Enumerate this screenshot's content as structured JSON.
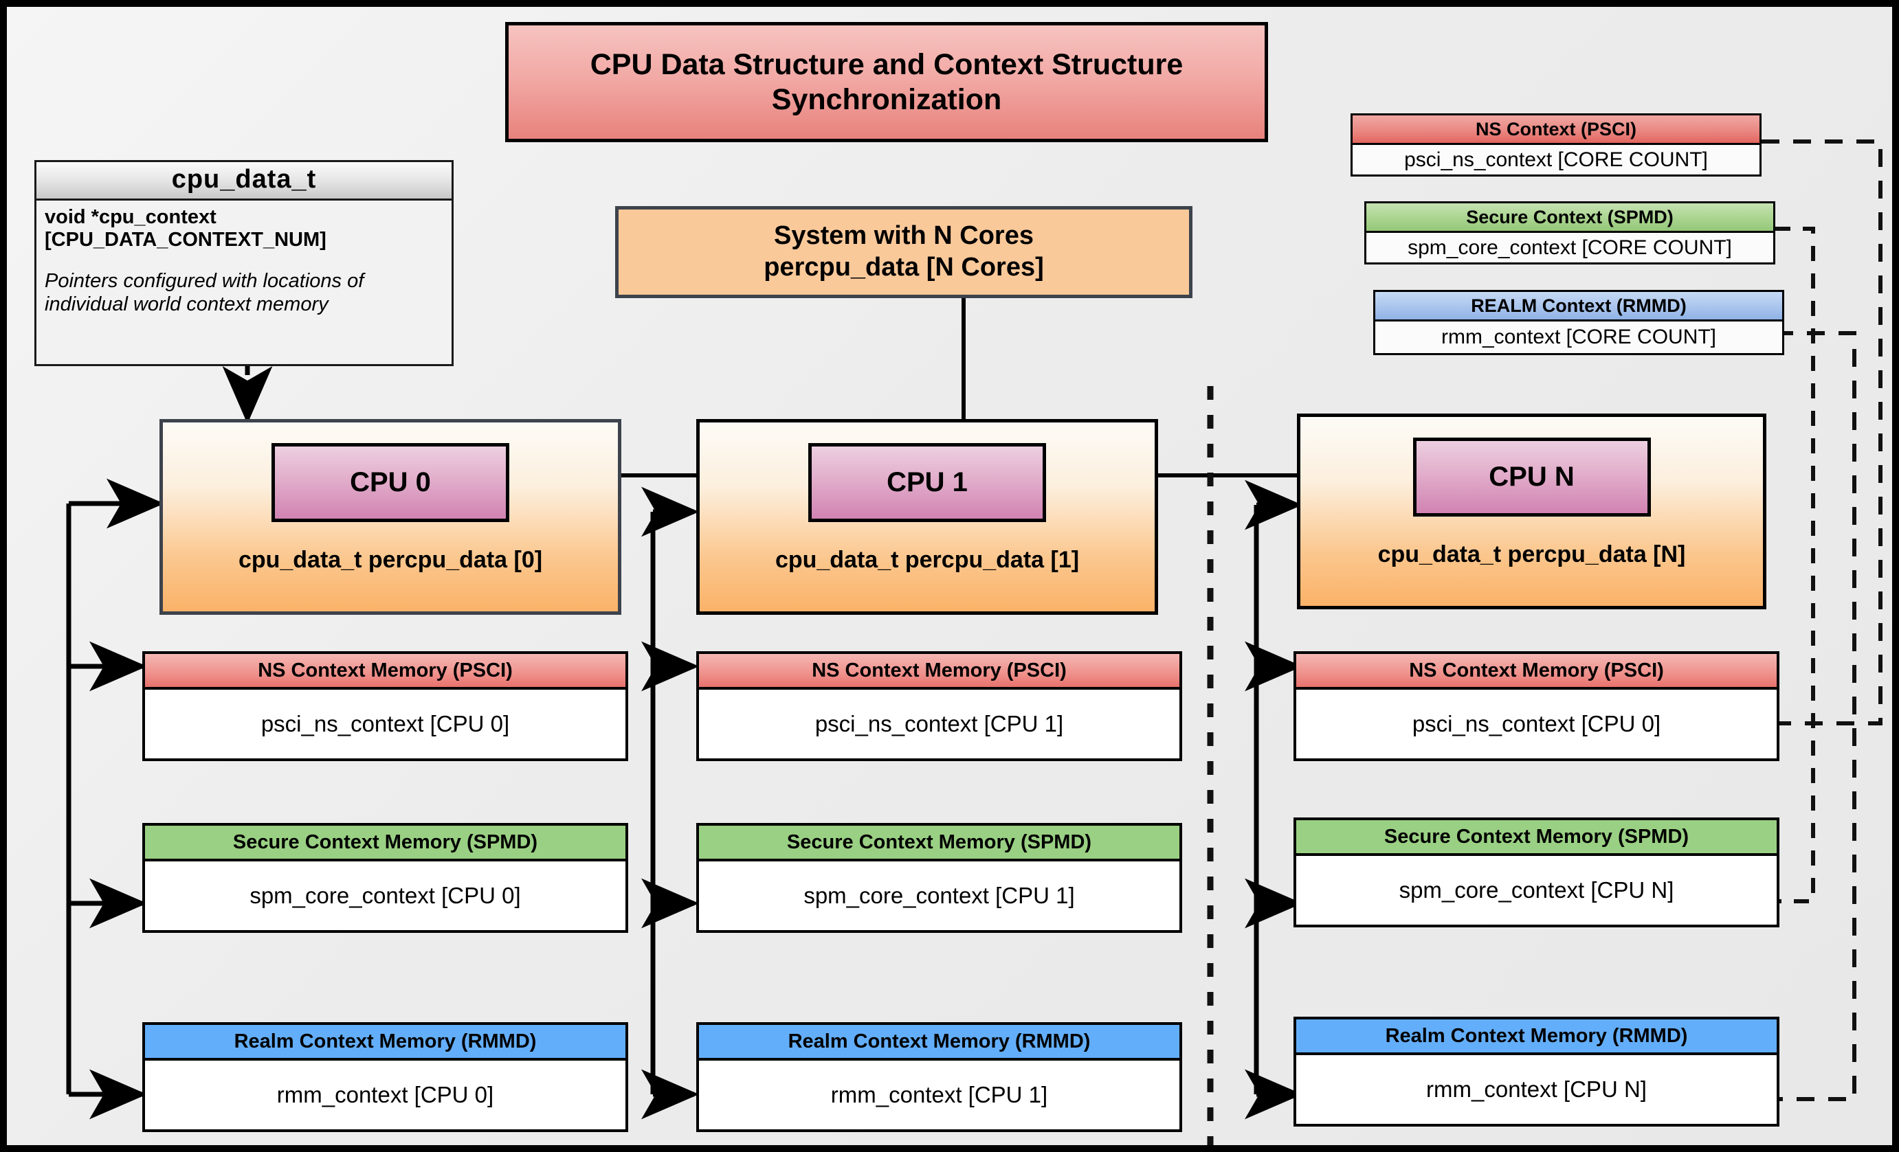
{
  "diagram": {
    "title": "CPU Data Structure and Context Structure Synchronization",
    "background_color": "#ececec",
    "frame_color": "#000000"
  },
  "cpu_data_struct": {
    "name": "cpu_data_t",
    "declaration": "void  *cpu_context [CPU_DATA_CONTEXT_NUM]",
    "note": "Pointers configured with locations of individual world context memory"
  },
  "system": {
    "line1": "System with N Cores",
    "line2": "percpu_data [N Cores]",
    "color": "#fac99a"
  },
  "context_types": [
    {
      "header": "NS Context  (PSCI)",
      "body": "psci_ns_context [CORE COUNT]",
      "color": "#e8726d",
      "key": "ns"
    },
    {
      "header": "Secure Context (SPMD)",
      "body": "spm_core_context [CORE COUNT]",
      "color": "#93c878",
      "key": "sec"
    },
    {
      "header": "REALM Context (RMMD)",
      "body": "rmm_context [CORE COUNT]",
      "color": "#8fb3e6",
      "key": "realm"
    }
  ],
  "cpus": [
    {
      "badge": "CPU 0",
      "subtitle": "cpu_data_t percpu_data [0]",
      "contexts": [
        {
          "header": "NS Context Memory (PSCI)",
          "body": "psci_ns_context [CPU 0]",
          "key": "ns"
        },
        {
          "header": "Secure Context Memory (SPMD)",
          "body": "spm_core_context [CPU 0]",
          "key": "sec"
        },
        {
          "header": "Realm Context Memory (RMMD)",
          "body": "rmm_context [CPU 0]",
          "key": "realm"
        }
      ]
    },
    {
      "badge": "CPU 1",
      "subtitle": "cpu_data_t percpu_data [1]",
      "contexts": [
        {
          "header": "NS Context Memory (PSCI)",
          "body": "psci_ns_context [CPU 1]",
          "key": "ns"
        },
        {
          "header": "Secure Context Memory (SPMD)",
          "body": "spm_core_context [CPU 1]",
          "key": "sec"
        },
        {
          "header": "Realm Context Memory (RMMD)",
          "body": "rmm_context [CPU 1]",
          "key": "realm"
        }
      ]
    },
    {
      "badge": "CPU N",
      "subtitle": "cpu_data_t percpu_data [N]",
      "contexts": [
        {
          "header": "NS Context Memory (PSCI)",
          "body": "psci_ns_context [CPU 0]",
          "key": "ns"
        },
        {
          "header": "Secure Context Memory (SPMD)",
          "body": "spm_core_context [CPU N]",
          "key": "sec"
        },
        {
          "header": "Realm Context Memory (RMMD)",
          "body": "rmm_context [CPU N]",
          "key": "realm"
        }
      ]
    }
  ],
  "colors": {
    "ns": "#e8726d",
    "secure": "#9ad083",
    "realm": "#63aefa",
    "cpu_badge": "#d183b2",
    "orange": "#fbb268",
    "title_red": "#e8827d"
  }
}
